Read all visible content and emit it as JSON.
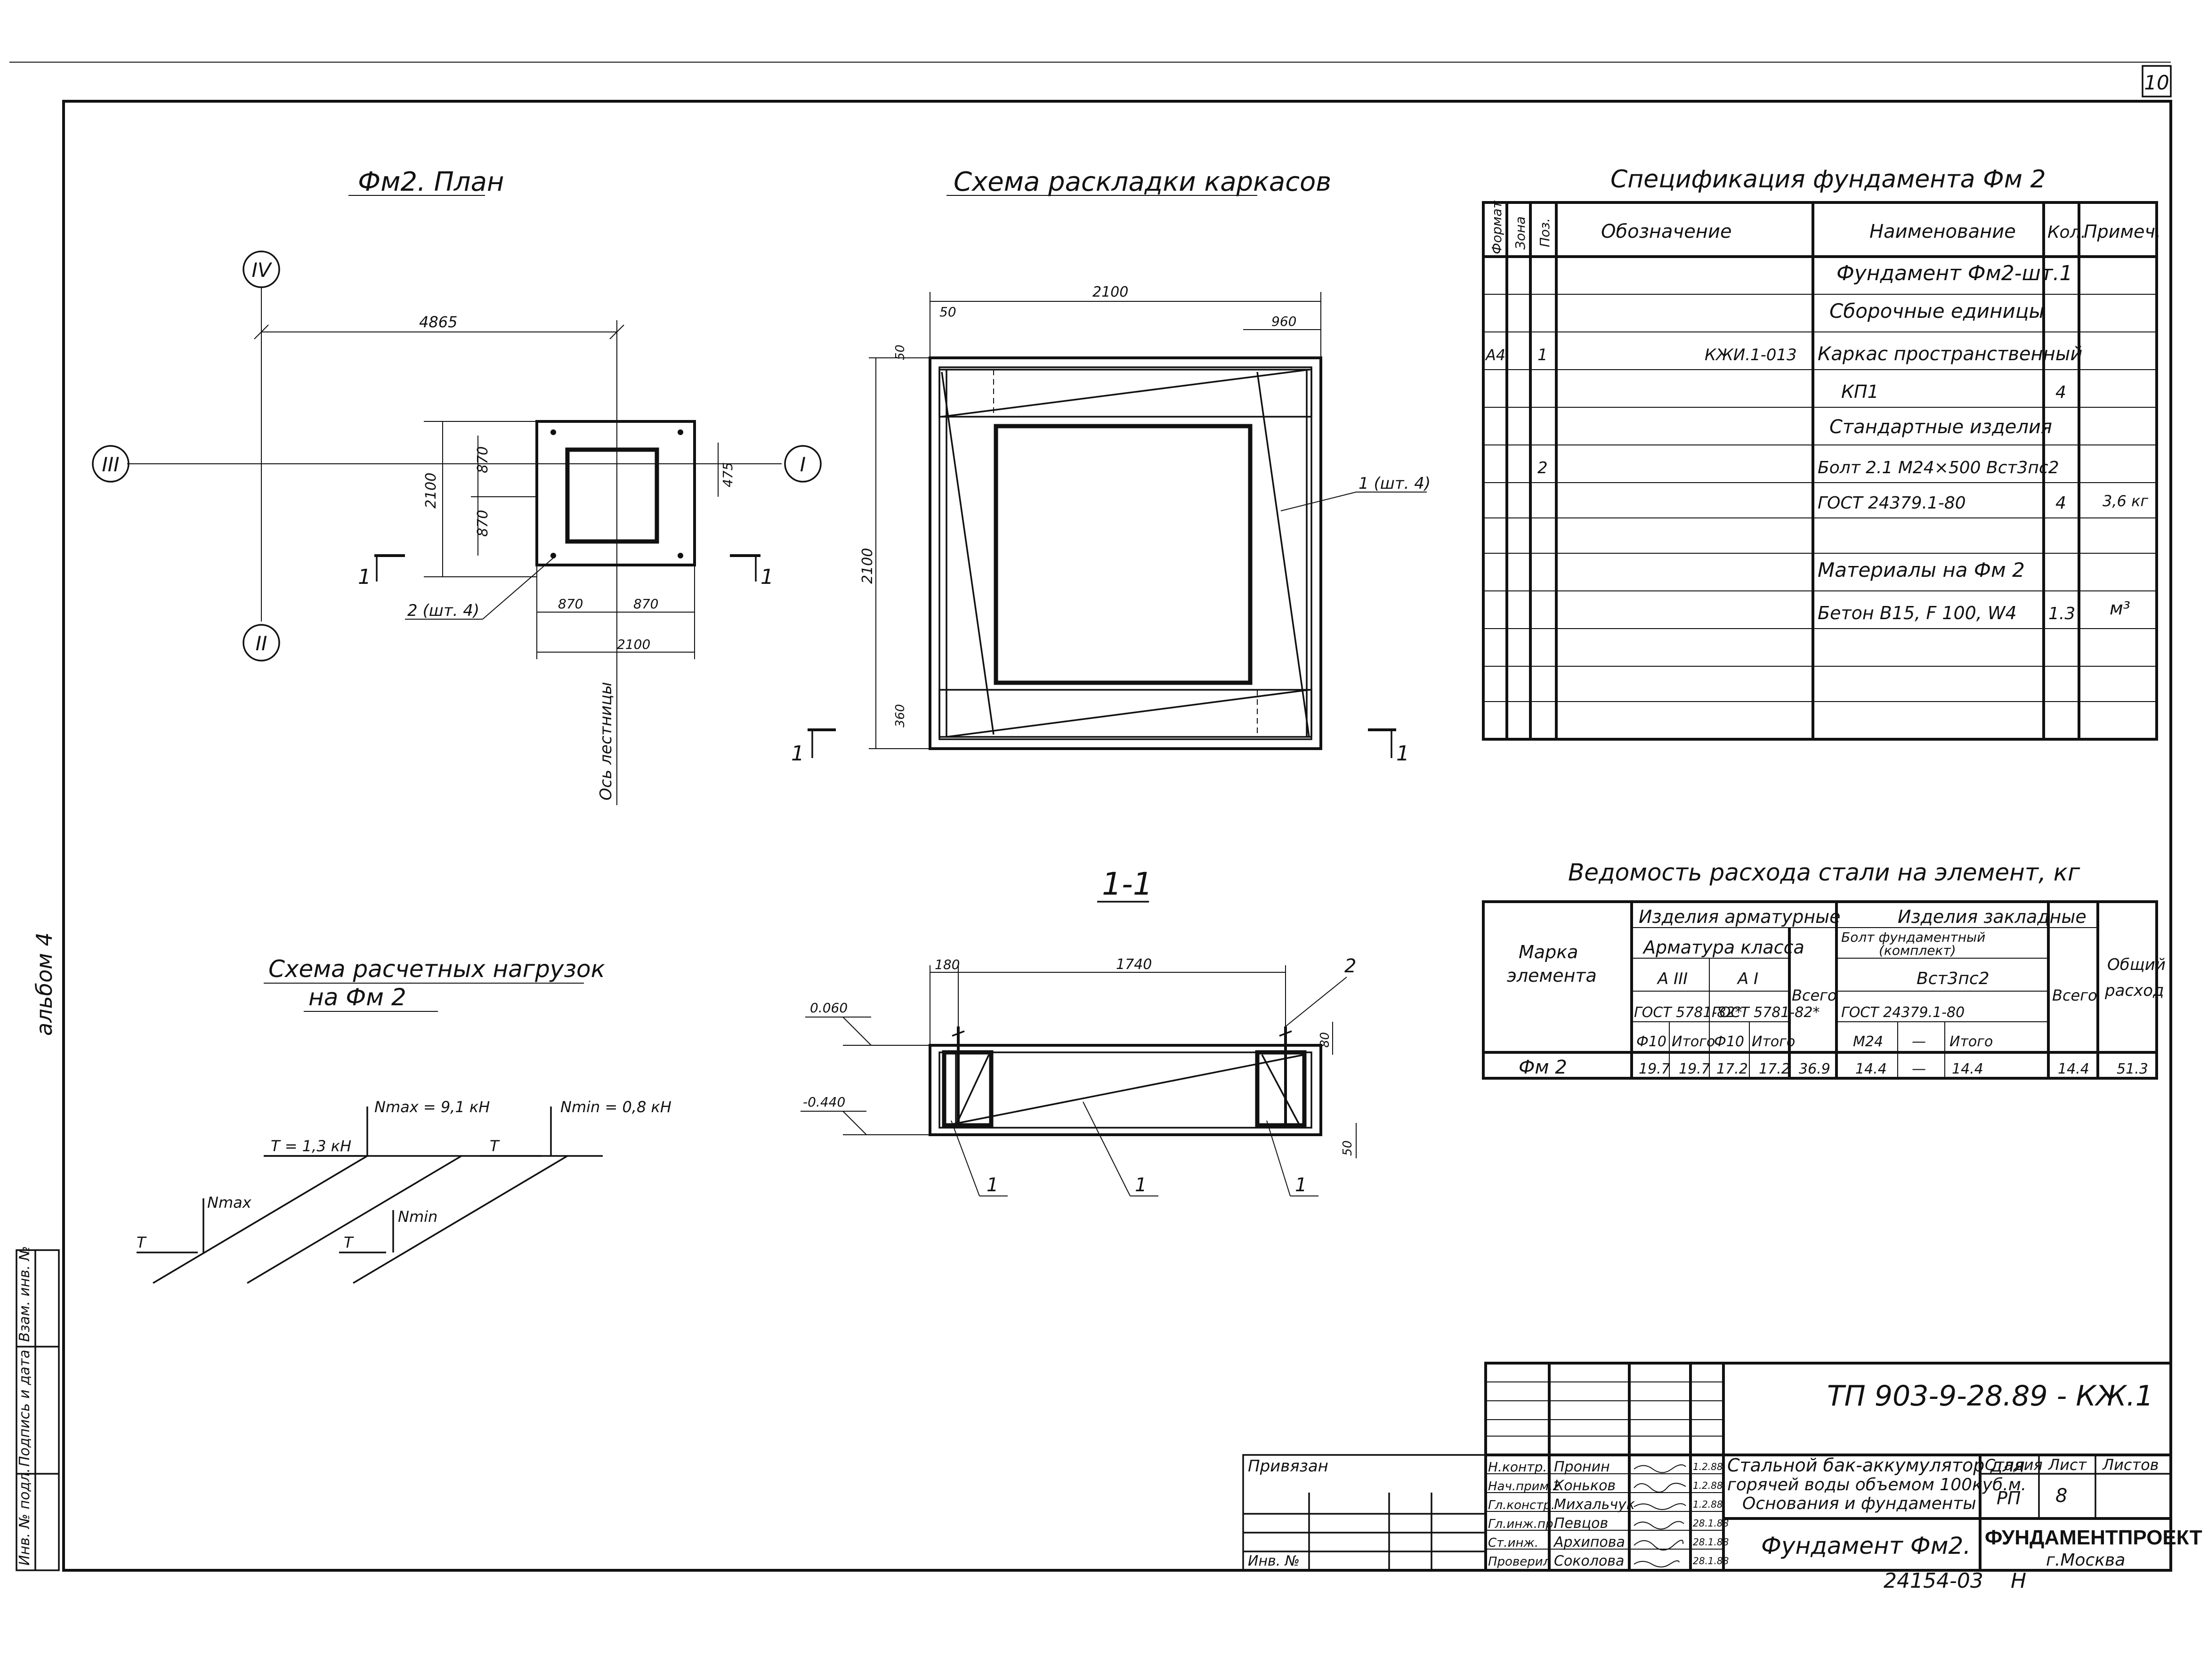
{
  "sheet": {
    "sheet_number": "10",
    "album_label": "альбом 4",
    "inventory_footer": "24154-03"
  },
  "plan": {
    "title": "Фм2. План",
    "axes": {
      "top": "IV",
      "bottom": "II",
      "left": "III",
      "right": "I"
    },
    "dims": {
      "span": "4865",
      "height": "2100",
      "half_a": "870",
      "half_b": "870",
      "offset": "475",
      "bottom_a": "870",
      "bottom_b": "870",
      "bottom_total": "2100"
    },
    "callout": "2 (шт. 4)",
    "section_mark": "1",
    "stair_axis": "Ось лестницы"
  },
  "cage_scheme": {
    "title": "Схема раскладки каркасов",
    "dims": {
      "width": "2100",
      "left": "50",
      "right": "960",
      "top": "50",
      "height": "2100",
      "bottom": "360"
    },
    "callout": "1 (шт. 4)",
    "section_mark": "1"
  },
  "section": {
    "title": "1-1",
    "dims": {
      "left": "180",
      "mid": "1740",
      "right_h": "80",
      "bottom": "50"
    },
    "levels": [
      "0.060",
      "-0.440"
    ],
    "markers": [
      "1",
      "1",
      "1",
      "2"
    ]
  },
  "loads": {
    "title_line1": "Схема расчетных нагрузок",
    "title_line2": "на Фм 2",
    "labels": {
      "nmax_val": "Nmax = 9,1 кН",
      "nmin_val": "Nmin = 0,8 кН",
      "t_val": "T = 1,3 кН",
      "t": "T",
      "nmax": "Nmax",
      "nmin": "Nmin"
    }
  },
  "spec": {
    "title": "Спецификация фундамента Фм 2",
    "headers": [
      "Формат",
      "Зона",
      "Поз.",
      "Обозначение",
      "Наименование",
      "Кол.",
      "Примеч."
    ],
    "rows": [
      [
        "",
        "",
        "",
        "",
        "Фундамент Фм2-шт.1",
        "",
        ""
      ],
      [
        "",
        "",
        "",
        "",
        "Сборочные единицы",
        "",
        ""
      ],
      [
        "А4",
        "",
        "1",
        "КЖИ.1-013",
        "Каркас пространственный",
        "",
        ""
      ],
      [
        "",
        "",
        "",
        "",
        "КП1",
        "4",
        ""
      ],
      [
        "",
        "",
        "",
        "",
        "Стандартные изделия",
        "",
        ""
      ],
      [
        "",
        "",
        "2",
        "",
        "Болт 2.1 М24×500 Вст3пс2",
        "",
        ""
      ],
      [
        "",
        "",
        "",
        "",
        "ГОСТ 24379.1-80",
        "4",
        "3,6 кг"
      ],
      [
        "",
        "",
        "",
        "",
        "",
        "",
        ""
      ],
      [
        "",
        "",
        "",
        "",
        "Материалы на Фм 2",
        "",
        ""
      ],
      [
        "",
        "",
        "",
        "",
        "Бетон В15, F 100, W4",
        "1.3",
        "м³"
      ],
      [
        "",
        "",
        "",
        "",
        "",
        "",
        ""
      ],
      [
        "",
        "",
        "",
        "",
        "",
        "",
        ""
      ],
      [
        "",
        "",
        "",
        "",
        "",
        "",
        ""
      ]
    ]
  },
  "steel": {
    "title": "Ведомость расхода стали на элемент, кг",
    "h_mark": [
      "Марка",
      "элемента"
    ],
    "h_armature_items": "Изделия арматурные",
    "h_armature_class": "Арматура класса",
    "h_a3": "А III",
    "h_a1": "А I",
    "h_gost1": "ГОСТ 5781-82*",
    "h_gost2": "ГОСТ 5781-82*",
    "h_total1": "Всего",
    "h_embedded": "Изделия закладные",
    "h_bolt": [
      "Болт фундаментный",
      "(комплект)"
    ],
    "h_vst": "Вст3пс2",
    "h_gost3": "ГОСТ 24379.1-80",
    "h_total2": "Всего",
    "h_overall": [
      "Общий",
      "расход"
    ],
    "sub": [
      "Ф10",
      "Итого",
      "Ф10",
      "Итого",
      "М24",
      "—",
      "Итого"
    ],
    "row": [
      "Фм 2",
      "19.7",
      "19.7",
      "17.2",
      "17.2",
      "36.9",
      "14.4",
      "—",
      "14.4",
      "14.4",
      "51.3"
    ]
  },
  "titleblock": {
    "code": "ТП 903-9-28.89 - КЖ.1",
    "tied": "Привязан",
    "inv": "Инв. №",
    "staff": [
      [
        "Н.контр.",
        "Пронин",
        "1.2.88"
      ],
      [
        "Нач.прим.2",
        "Коньков",
        "1.2.88"
      ],
      [
        "Гл.констр.",
        "Михальчук",
        "1.2.88"
      ],
      [
        "Гл.инж.пр.",
        "Певцов",
        "28.1.88"
      ],
      [
        "Ст.инж.",
        "Архипова",
        "28.1.88"
      ],
      [
        "Проверил",
        "Соколова",
        "28.1.88"
      ]
    ],
    "object_lines": [
      "Стальной бак-аккумулятор для",
      "горячей воды объемом 100куб.м.",
      "Основания и фундаменты"
    ],
    "drawing_name": "Фундамент Фм2.",
    "stage_h": "Стадия",
    "sheet_h": "Лист",
    "sheets_h": "Листов",
    "stage": "РП",
    "sheet": "8",
    "org": "ФУНДАМЕНТПРОЕКТ",
    "city": "г.Москва"
  },
  "side": {
    "labels": [
      "Инв. № подл.",
      "Подпись и дата",
      "Взам. инв. №"
    ]
  }
}
